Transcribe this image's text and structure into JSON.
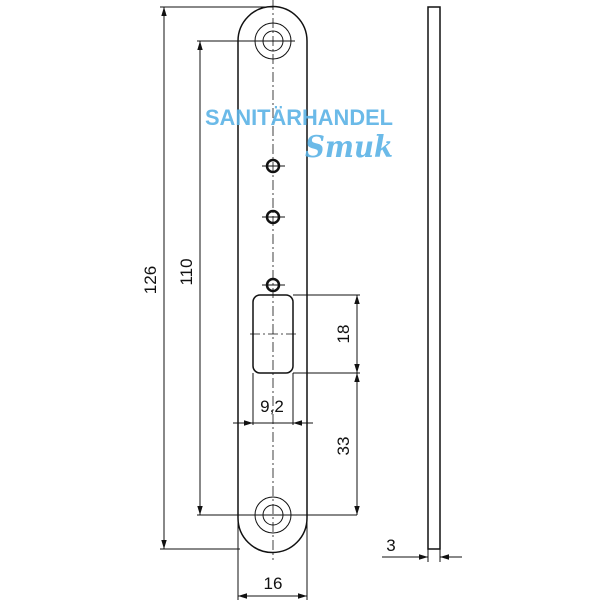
{
  "dimensions": {
    "overall_length": "126",
    "hole_spacing": "110",
    "slot_height": "18",
    "slot_to_hole": "33",
    "slot_width": "9,2",
    "plate_width": "16",
    "thickness": "3"
  },
  "watermark": {
    "line1": "SANITÄRHANDEL",
    "line2": "Smuk",
    "color": "#5bb3e6"
  }
}
